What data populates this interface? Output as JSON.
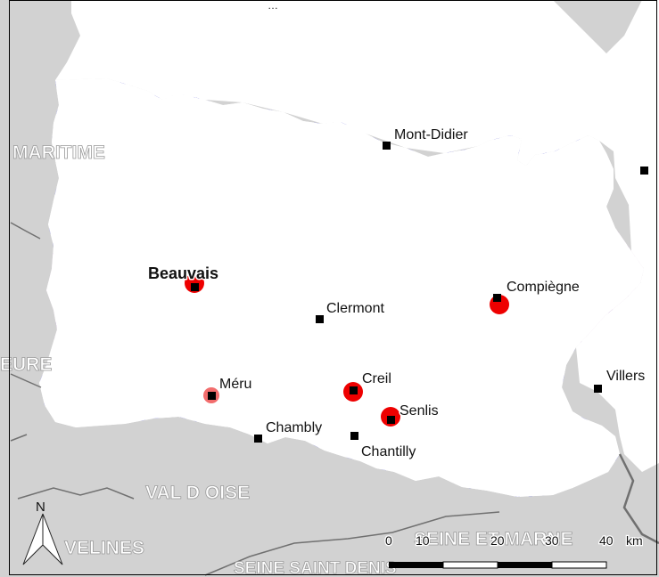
{
  "map": {
    "title_fragment": "…",
    "towns": [
      {
        "id": "mont-didier",
        "name": "Mont-Didier",
        "bold": false
      },
      {
        "id": "beauvais",
        "name": "Beauvais",
        "bold": true
      },
      {
        "id": "clermont",
        "name": "Clermont",
        "bold": false
      },
      {
        "id": "compiegne",
        "name": "Compiègne",
        "bold": false
      },
      {
        "id": "villers",
        "name": "Villers",
        "bold": false
      },
      {
        "id": "meru",
        "name": "Méru",
        "bold": false
      },
      {
        "id": "creil",
        "name": "Creil",
        "bold": false
      },
      {
        "id": "senlis",
        "name": "Senlis",
        "bold": false
      },
      {
        "id": "chambly",
        "name": "Chambly",
        "bold": false
      },
      {
        "id": "chantilly",
        "name": "Chantilly",
        "bold": false
      }
    ],
    "regions": [
      {
        "id": "maritime",
        "name": "MARITIME"
      },
      {
        "id": "eure",
        "name": "EURE"
      },
      {
        "id": "val-d-oise",
        "name": "VAL D OISE"
      },
      {
        "id": "yvelines",
        "name": "VELINES"
      },
      {
        "id": "seine-et-marne",
        "name": "SEINE ET MARNE"
      },
      {
        "id": "seine-saint-denis",
        "name": "SEINE SAINT DENIS"
      }
    ],
    "north_label": "N",
    "scale": {
      "ticks": [
        "0",
        "10",
        "20",
        "30",
        "40"
      ],
      "unit": "km"
    },
    "colors": {
      "outside": "#d2d2d2",
      "department_fill": "#ffffff",
      "department_border": "#707070",
      "river_blue": "#1c1cc8",
      "dot_blue": "#1111cc",
      "dot_purple": "#7a2fa0",
      "dot_white": "#ffffff",
      "zone_purple_fill": "#f0d8f2",
      "zone_pink_fill": "#f2a9a9",
      "city_red": "#ee0000"
    }
  }
}
